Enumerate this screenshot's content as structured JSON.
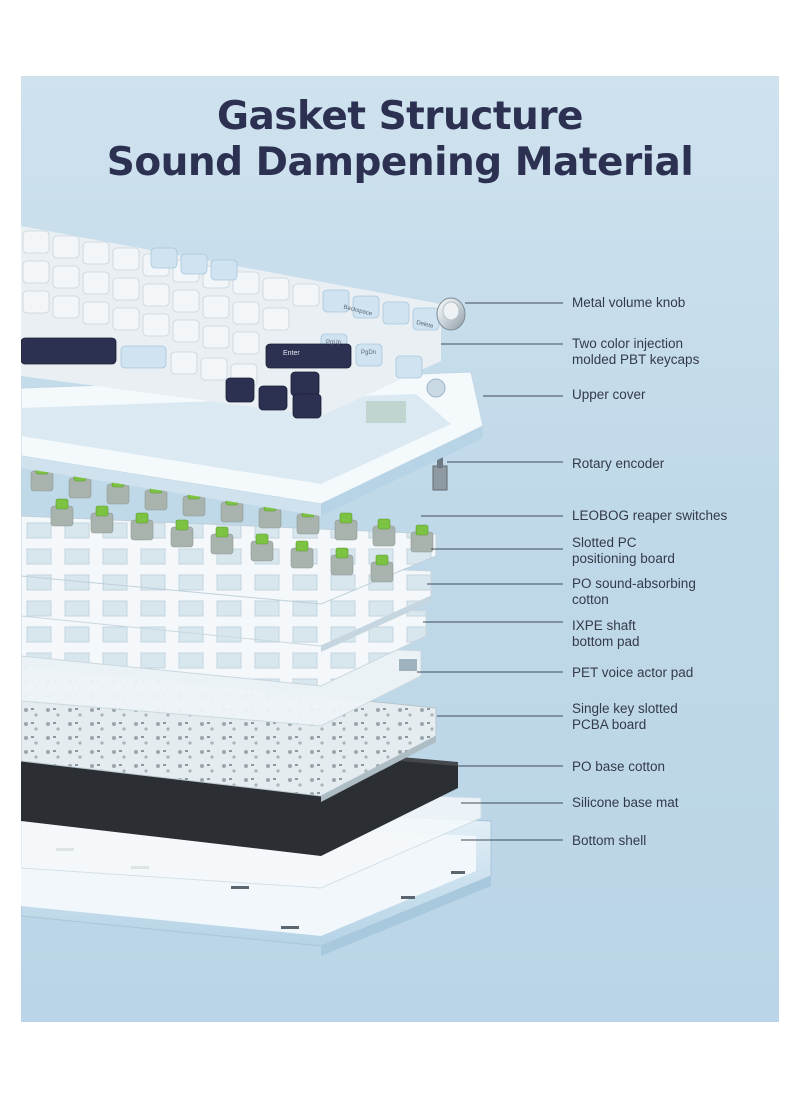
{
  "title": {
    "line1": "Gasket Structure",
    "line2": "Sound Dampening Material"
  },
  "callouts": [
    {
      "line1": "Metal volume knob",
      "line2": ""
    },
    {
      "line1": "Two color injection",
      "line2": "molded PBT keycaps"
    },
    {
      "line1": "Upper cover",
      "line2": ""
    },
    {
      "line1": "Rotary encoder",
      "line2": ""
    },
    {
      "line1": "LEOBOG reaper switches",
      "line2": ""
    },
    {
      "line1": "Slotted PC",
      "line2": "positioning board"
    },
    {
      "line1": "PO sound-absorbing",
      "line2": "cotton"
    },
    {
      "line1": "IXPE shaft",
      "line2": "bottom pad"
    },
    {
      "line1": "PET voice actor pad",
      "line2": ""
    },
    {
      "line1": "Single key slotted",
      "line2": "PCBA board"
    },
    {
      "line1": "PO base cotton",
      "line2": ""
    },
    {
      "line1": "Silicone base mat",
      "line2": ""
    },
    {
      "line1": "Bottom shell",
      "line2": ""
    }
  ],
  "keycaps": {
    "backspace": "Backspace",
    "delete": "Delete",
    "enter": "Enter",
    "pgup": "PgUp",
    "pgdn": "PgDn"
  },
  "colors": {
    "background": "#c4dcea",
    "title_text": "#2c3152",
    "keycap_white": "#f3f6f8",
    "keycap_blue": "#cfe3f1",
    "keycap_navy": "#2c3152",
    "switch_green": "#7cc243",
    "switch_housing": "#a9b3ae",
    "plate": "#eef3f6",
    "pcb": "#dfe7ec",
    "base_cotton": "#2b2f34",
    "shell": "#d6e8f3"
  }
}
